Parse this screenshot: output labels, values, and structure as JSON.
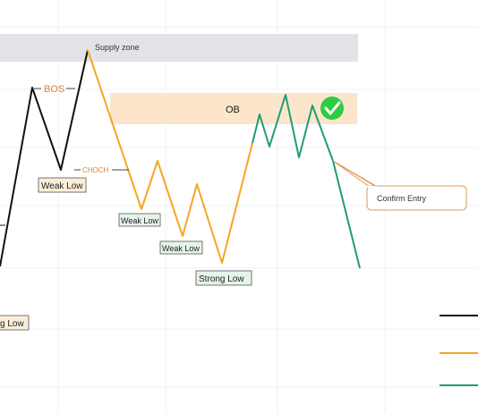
{
  "zones": {
    "supply": {
      "label": "Supply zone",
      "color": "#e1e3e7"
    },
    "ob": {
      "label": "OB",
      "color": "#fbe6cc"
    }
  },
  "markers": {
    "bos": "BOS",
    "choch": "CHOCH"
  },
  "labels": {
    "weak_low_1": "Weak Low",
    "weak_low_2": "Weak Low",
    "weak_low_3": "Weak Low",
    "strong_low": "Strong Low",
    "strong_low_partial": "g Low",
    "confirm_entry": "Confirm Entry"
  },
  "colors": {
    "black_line": "#111111",
    "orange_line": "#f5a623",
    "green_line": "#1f9d74",
    "bos_text": "#d9822b",
    "check_green": "#2ecc40",
    "callout_border": "#e09a5a",
    "weak_low_bg": "#fbeed8",
    "green_label_bg": "#e5f3e9"
  },
  "icons": {
    "check": "check-circle-icon"
  }
}
